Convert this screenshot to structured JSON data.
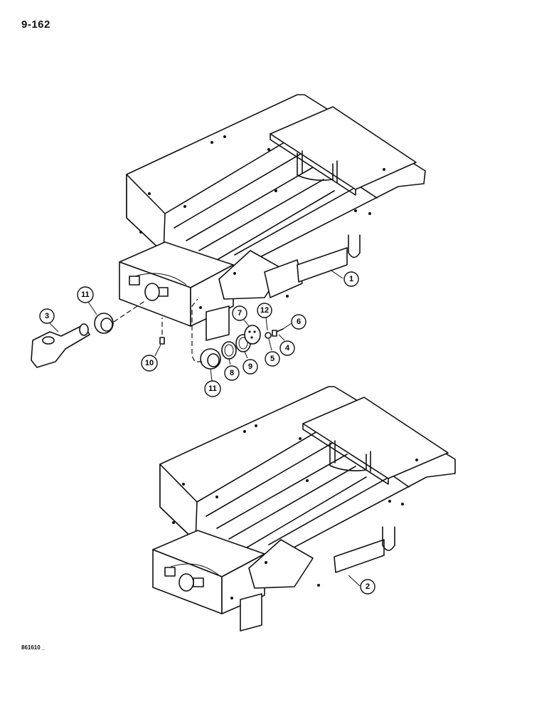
{
  "page": {
    "number": "9-162",
    "footer_code": "861610 _"
  },
  "callouts": [
    {
      "id": "c1",
      "label": "1"
    },
    {
      "id": "c2",
      "label": "2"
    },
    {
      "id": "c3",
      "label": "3"
    },
    {
      "id": "c4",
      "label": "4"
    },
    {
      "id": "c5",
      "label": "5"
    },
    {
      "id": "c6",
      "label": "6"
    },
    {
      "id": "c7",
      "label": "7"
    },
    {
      "id": "c8",
      "label": "8"
    },
    {
      "id": "c9",
      "label": "9"
    },
    {
      "id": "c10",
      "label": "10"
    },
    {
      "id": "c11a",
      "label": "11"
    },
    {
      "id": "c11b",
      "label": "11"
    },
    {
      "id": "c12",
      "label": "12"
    }
  ]
}
